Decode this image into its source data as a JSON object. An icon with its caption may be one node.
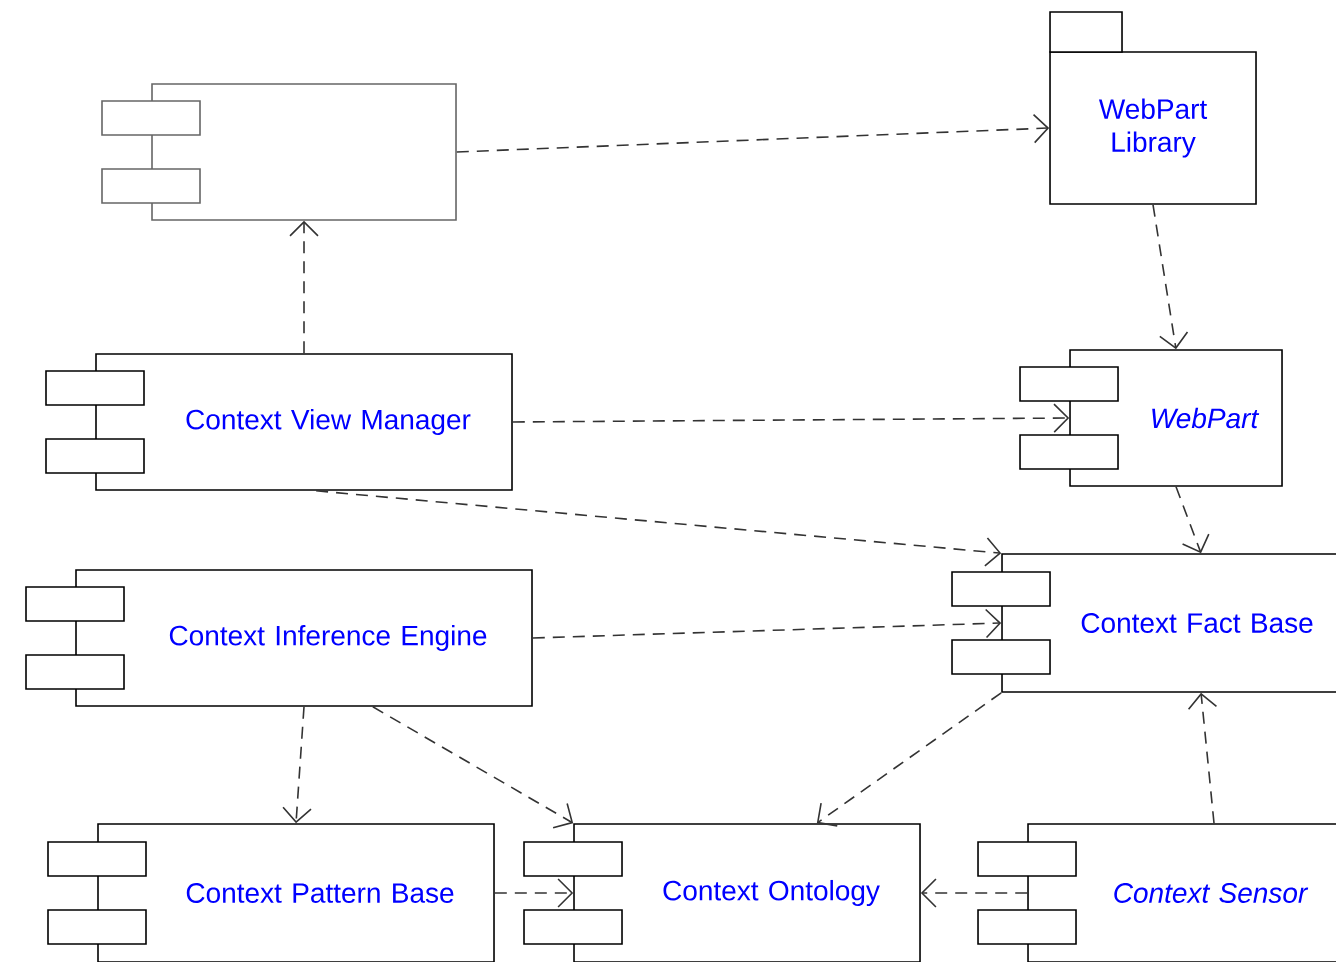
{
  "diagram": {
    "nodes": [
      {
        "text": [],
        "shape": "box"
      },
      {
        "text": [
          "WebPart Library"
        ]
      },
      {
        "text": [
          "Context View Manager"
        ]
      },
      {
        "text": [
          "WebPart"
        ]
      },
      {
        "text": [
          "Context Fact Base"
        ]
      },
      {
        "text": [
          "Context Inference Engine"
        ]
      },
      {
        "text": [
          "Context Pattern Base"
        ]
      },
      {
        "text": [
          "Context Ontology"
        ]
      },
      {
        "text": [
          "Context Sensor"
        ]
      }
    ],
    "edges": [
      {
        "from": 2,
        "to": 0,
        "arrow": "to",
        "style": "dashed"
      },
      {
        "from": 0,
        "to": 1,
        "arrow": "to",
        "style": "dashed"
      },
      {
        "from": 1,
        "to": 3,
        "arrow": "to",
        "style": "dashed"
      },
      {
        "from": 2,
        "to": 3,
        "arrow": "to",
        "style": "dashed"
      },
      {
        "from": 2,
        "to": 4,
        "arrow": "to",
        "style": "dashed"
      },
      {
        "from": 3,
        "to": 4,
        "arrow": "to",
        "style": "dashed"
      },
      {
        "from": 5,
        "to": 4,
        "arrow": "to",
        "style": "dashed"
      },
      {
        "from": 5,
        "to": 6,
        "arrow": "to",
        "style": "dashed"
      },
      {
        "from": 5,
        "to": 7,
        "arrow": "to",
        "style": "dashed"
      },
      {
        "from": 4,
        "to": 7,
        "arrow": "to",
        "style": "dashed"
      },
      {
        "from": 6,
        "to": 7,
        "arrow": "to",
        "style": "dashed"
      },
      {
        "from": 8,
        "to": 7,
        "arrow": "to",
        "style": "dashed"
      },
      {
        "from": 8,
        "to": 4,
        "arrow": "to",
        "style": "dashed"
      }
    ]
  }
}
